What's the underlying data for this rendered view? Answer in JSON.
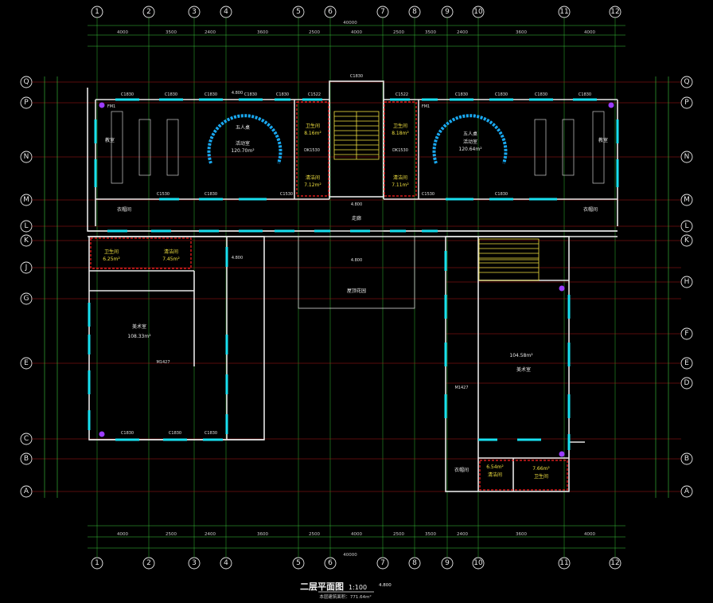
{
  "drawing": {
    "title": "二层平面图",
    "scale": "1:100",
    "elevation_tag": "4.800",
    "area_note": "本层建筑面积：771.64m²"
  },
  "axes": {
    "columns": [
      "1",
      "2",
      "3",
      "4",
      "5",
      "6",
      "7",
      "8",
      "9",
      "10",
      "11",
      "12"
    ],
    "rows_left": [
      "Q",
      "P",
      "N",
      "M",
      "L",
      "K",
      "J",
      "G",
      "E",
      "C",
      "B",
      "A"
    ],
    "rows_right": [
      "Q",
      "P",
      "N",
      "M",
      "L",
      "K",
      "H",
      "F",
      "E",
      "D",
      "B",
      "A"
    ]
  },
  "dimensions": {
    "top_total": "40000",
    "top_bays": [
      "4000",
      "3500",
      "2400",
      "3600",
      "2500",
      "4000",
      "2500",
      "3500",
      "2400",
      "3600",
      "4000"
    ],
    "bottom_total": "40000",
    "bottom_bays": [
      "4000",
      "2500",
      "2400",
      "3600",
      "2500",
      "4000",
      "2500",
      "3500",
      "2400",
      "3600",
      "4000"
    ]
  },
  "rooms": [
    {
      "id": "classroom-left",
      "name": "教室"
    },
    {
      "id": "music-left",
      "name": "五人桌"
    },
    {
      "id": "music-left-sub",
      "name": "活动室"
    },
    {
      "id": "music-left-area",
      "name": "120.70m²"
    },
    {
      "id": "wc-left",
      "name": "卫生间"
    },
    {
      "id": "wc-left-area",
      "name": "8.16m²"
    },
    {
      "id": "clean-left",
      "name": "清洁间"
    },
    {
      "id": "clean-left-area",
      "name": "7.12m²"
    },
    {
      "id": "wc-right",
      "name": "卫生间"
    },
    {
      "id": "wc-right-area",
      "name": "8.18m²"
    },
    {
      "id": "clean-right",
      "name": "清洁间"
    },
    {
      "id": "clean-right-area",
      "name": "7.11m²"
    },
    {
      "id": "music-right",
      "name": "五人桌"
    },
    {
      "id": "music-right-sub",
      "name": "活动室"
    },
    {
      "id": "music-right-area",
      "name": "120.64m²"
    },
    {
      "id": "classroom-right",
      "name": "教室"
    },
    {
      "id": "corridor",
      "name": "走廊"
    },
    {
      "id": "storage-left",
      "name": "衣帽间"
    },
    {
      "id": "storage-right",
      "name": "衣帽间"
    },
    {
      "id": "wc-k",
      "name": "卫生间"
    },
    {
      "id": "wc-k-area",
      "name": "6.25m²"
    },
    {
      "id": "clean-k",
      "name": "清洁间"
    },
    {
      "id": "clean-k-area",
      "name": "7.45m²"
    },
    {
      "id": "art-left",
      "name": "美术室"
    },
    {
      "id": "art-left-area",
      "name": "108.33m²"
    },
    {
      "id": "courtyard",
      "name": "屋顶花园"
    },
    {
      "id": "art-right",
      "name": "美术室"
    },
    {
      "id": "art-right-area",
      "name": "104.58m²"
    },
    {
      "id": "wc-b",
      "name": "卫生间"
    },
    {
      "id": "wc-b-area",
      "name": "7.66m²"
    },
    {
      "id": "clean-b",
      "name": "清洁间"
    },
    {
      "id": "clean-b-area",
      "name": "6.54m²"
    },
    {
      "id": "storage-b",
      "name": "衣帽间"
    }
  ],
  "window_tags": [
    "C1830",
    "C1522",
    "C1530",
    "M1427",
    "DK1530",
    "FM1"
  ]
}
